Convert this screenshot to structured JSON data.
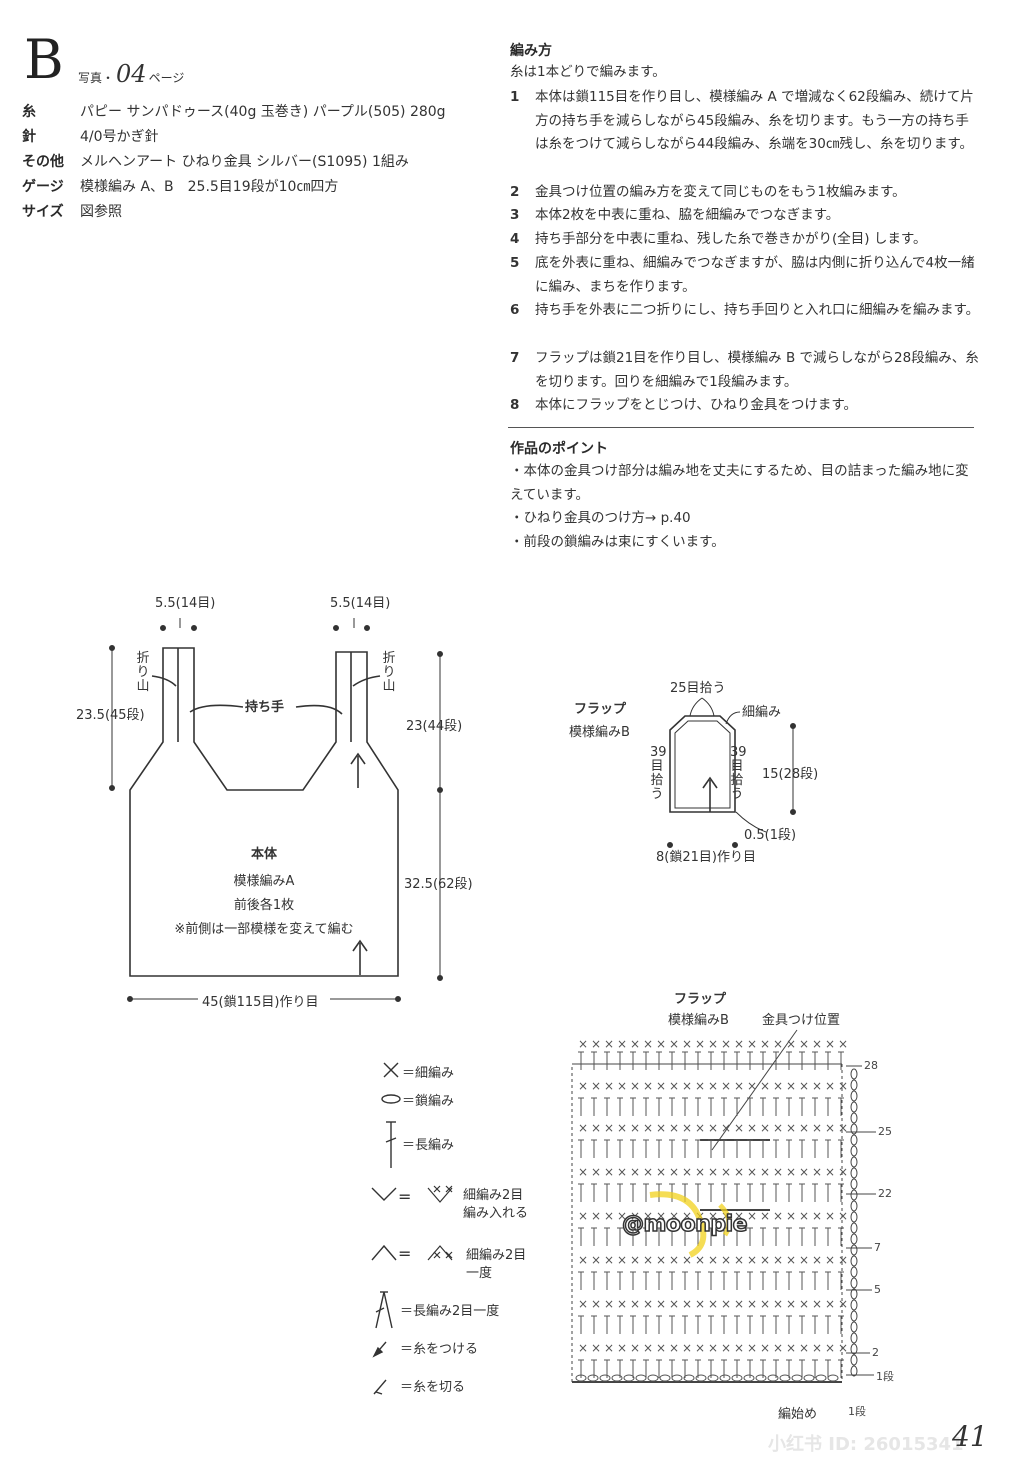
{
  "header": {
    "letter": "B",
    "photo_label": "写真・",
    "photo_num": "04",
    "photo_suffix": "ページ"
  },
  "materials": [
    {
      "key": "糸",
      "value": "パピー サンパドゥース(40g 玉巻き) パープル(505) 280g"
    },
    {
      "key": "針",
      "value": "4/0号かぎ針"
    },
    {
      "key": "その他",
      "value": "メルヘンアート ひねり金具 シルバー(S1095) 1組み"
    },
    {
      "key": "ゲージ",
      "value": "模様編み A、B　25.5目19段が10㎝四方"
    },
    {
      "key": "サイズ",
      "value": "図参照"
    }
  ],
  "instructions": {
    "title": "編み方",
    "intro": "糸は1本どりで編みます。",
    "steps": [
      {
        "n": "1",
        "text": "本体は鎖115目を作り目し、模様編み A で増減なく62段編み、続けて片方の持ち手を減らしながら45段編み、糸を切ります。もう一方の持ち手は糸をつけて減らしながら44段編み、糸端を30㎝残し、糸を切ります。"
      },
      {
        "n": "2",
        "text": "金具つけ位置の編み方を変えて同じものをもう1枚編みます。"
      },
      {
        "n": "3",
        "text": "本体2枚を中表に重ね、脇を細編みでつなぎます。"
      },
      {
        "n": "4",
        "text": "持ち手部分を中表に重ね、残した糸で巻きかがり(全目) します。"
      },
      {
        "n": "5",
        "text": "底を外表に重ね、細編みでつなぎますが、脇は内側に折り込んで4枚一緒に編み、まちを作ります。"
      },
      {
        "n": "6",
        "text": "持ち手を外表に二つ折りにし、持ち手回りと入れ口に細編みを編みます。"
      },
      {
        "n": "7",
        "text": "フラップは鎖21目を作り目し、模様編み B で減らしながら28段編み、糸を切ります。回りを細編みで1段編みます。"
      },
      {
        "n": "8",
        "text": "本体にフラップをとじつけ、ひねり金具をつけます。"
      }
    ]
  },
  "points": {
    "title": "作品のポイント",
    "items": [
      "・本体の金具つけ部分は編み地を丈夫にするため、目の詰まった編み地に変えています。",
      "・ひねり金具のつけ方→ p.40",
      "・前段の鎖編みは束にすくいます。"
    ]
  },
  "body_diagram": {
    "strap_w_left": "5.5(14目)",
    "strap_w_right": "5.5(14目)",
    "fold": "折り山",
    "handle": "持ち手",
    "height_left": "23.5(45段)",
    "height_right": "23(44段)",
    "body_h": "32.5(62段)",
    "title": "本体",
    "pattern": "模様編みA",
    "count": "前後各1枚",
    "note": "※前側は一部模様を変えて編む",
    "bottom": "45(鎖115目)作り目"
  },
  "flap_diagram": {
    "title": "フラップ",
    "pattern": "模様編みB",
    "pick_top": "25目拾う",
    "sc": "細編み",
    "pick_side": "39目拾う",
    "height": "15(28段)",
    "edge": "0.5(1段)",
    "bottom": "8(鎖21目)作り目"
  },
  "legend": [
    {
      "sym": "x-icon",
      "text": "＝細編み"
    },
    {
      "sym": "chain-icon",
      "text": "＝鎖編み"
    },
    {
      "sym": "dc-icon",
      "text": "＝長編み"
    },
    {
      "sym": "sc2inc-icon",
      "text": "細編み2目\n編み入れる"
    },
    {
      "sym": "sc2tog-icon",
      "text": "細編み2目\n一度"
    },
    {
      "sym": "dc2tog-icon",
      "text": "＝長編み2目一度"
    },
    {
      "sym": "join-icon",
      "text": "＝糸をつける"
    },
    {
      "sym": "cut-icon",
      "text": "＝糸を切る"
    }
  ],
  "chart": {
    "title": "フラップ",
    "pattern": "模様編みB",
    "fitting": "金具つけ位置",
    "row_labels": [
      "28",
      "25",
      "22",
      "7",
      "5",
      "2",
      "1段"
    ],
    "start": "編始め",
    "start_row": "1段"
  },
  "watermark": "@moonpie",
  "bottom_watermark": "小红书 ID: 26015341",
  "page_number": "41"
}
